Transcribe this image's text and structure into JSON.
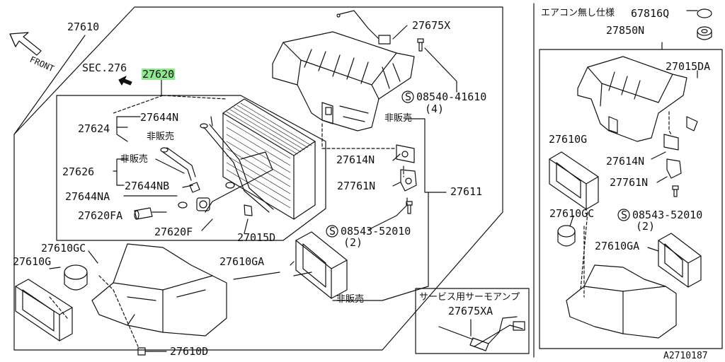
{
  "main": {
    "front": "FRONT",
    "sec": "SEC.276",
    "part_27610": "27610",
    "part_27620": "27620",
    "part_27644N": "27644N",
    "part_27624": "27624",
    "hanbai_a": "非販売",
    "hanbai_b": "非販売",
    "part_27626": "27626",
    "part_27644NA": "27644NA",
    "part_27644NB": "27644NB",
    "part_27620FA": "27620FA",
    "part_27620F": "27620F",
    "part_27015D": "27015D",
    "part_27675X": "27675X",
    "screw_1": "08540-41610",
    "screw_1_qty": "(4)",
    "hanbai_c": "非販売",
    "part_27614N": "27614N",
    "part_27761N": "27761N",
    "part_27611": "27611",
    "screw_2": "08543-52010",
    "screw_2_qty": "(2)",
    "part_27610GC": "27610GC",
    "part_27610G": "27610G",
    "part_27610GA": "27610GA",
    "hanbai_d": "非販売",
    "part_27610D": "27610D",
    "s_mark": "S"
  },
  "service": {
    "title": "サービス用サーモアンプ",
    "part": "27675XA"
  },
  "right": {
    "no_ac": "エアコン無し仕様",
    "part_67816Q": "67816Q",
    "part_27850N": "27850N",
    "part_27015DA": "27015DA",
    "part_27610G": "27610G",
    "part_27614N": "27614N",
    "part_27761N": "27761N",
    "part_27610GC": "27610GC",
    "screw": "08543-52010",
    "screw_qty": "(2)",
    "part_27610GA": "27610GA"
  },
  "footer": {
    "code": "A2710187"
  },
  "highlight_color": "#8fe88f"
}
